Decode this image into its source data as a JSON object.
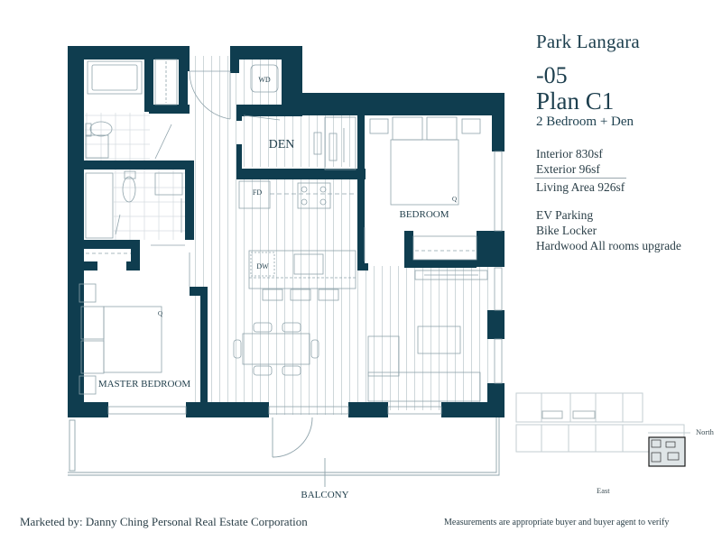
{
  "header": {
    "project_name": "Park Langara",
    "unit_number": "-05",
    "plan_name": "Plan C1",
    "plan_type": "2 Bedroom + Den"
  },
  "areas": {
    "interior": "Interior 830sf",
    "exterior": "Exterior 96sf",
    "living_area": "Living Area 926sf"
  },
  "features": [
    "EV Parking",
    "Bike Locker",
    "Hardwood All rooms upgrade"
  ],
  "floorplan": {
    "wall_color": "#0f3d4f",
    "line_color": "#8fa3ab",
    "rooms": {
      "den": "DEN",
      "bedroom": "BEDROOM",
      "master_bedroom": "MASTER BEDROOM",
      "balcony": "BALCONY"
    },
    "appliances": {
      "washer_dryer": "WD",
      "fridge": "FD",
      "dishwasher": "DW"
    },
    "bed_size": "Q"
  },
  "keyplan": {
    "north_label": "North",
    "east_label": "East"
  },
  "footer": {
    "marketed_by": "Marketed by: Danny Ching Personal Real Estate Corporation",
    "disclaimer": "Measurements are appropriate buyer and buyer agent to verify"
  }
}
